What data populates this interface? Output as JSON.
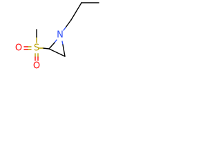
{
  "molecule": {
    "atoms": {
      "nitrogen": "N",
      "sulfur": "S",
      "oxygen_left": "O",
      "oxygen_bottom": "O"
    },
    "colors": {
      "carbon_bond": "#000000",
      "nitrogen": "#3050f8",
      "sulfur": "#b8a000",
      "oxygen": "#ff0d0d"
    }
  }
}
